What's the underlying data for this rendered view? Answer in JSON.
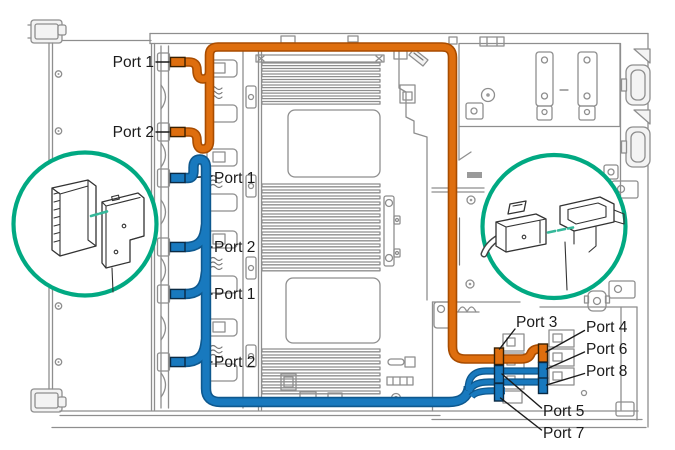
{
  "figure": {
    "type": "server-cable-routing-diagram",
    "ports": {
      "backplane": [
        {
          "label": "Port 1",
          "cable": "orange"
        },
        {
          "label": "Port 2",
          "cable": "orange"
        },
        {
          "label": "Port 1",
          "cable": "blue"
        },
        {
          "label": "Port 2",
          "cable": "blue"
        },
        {
          "label": "Port 1",
          "cable": "blue"
        },
        {
          "label": "Port 2",
          "cable": "blue"
        }
      ],
      "system_board": [
        {
          "label": "Port 3",
          "cable": "orange"
        },
        {
          "label": "Port 4",
          "cable": "orange"
        },
        {
          "label": "Port 6",
          "cable": "blue"
        },
        {
          "label": "Port 8",
          "cable": "blue"
        },
        {
          "label": "Port 5",
          "cable": "blue"
        },
        {
          "label": "Port 7",
          "cable": "blue"
        }
      ]
    },
    "colors": {
      "cable_orange": "#DE6E0E",
      "cable_orange_edge": "#A84C00",
      "cable_blue": "#1879BE",
      "cable_blue_edge": "#0E588E",
      "callout_ring": "#01A982",
      "callout_dash": "#35B89A",
      "chassis_line": "#8E8E8E",
      "label_text": "#1B1B1B"
    }
  }
}
